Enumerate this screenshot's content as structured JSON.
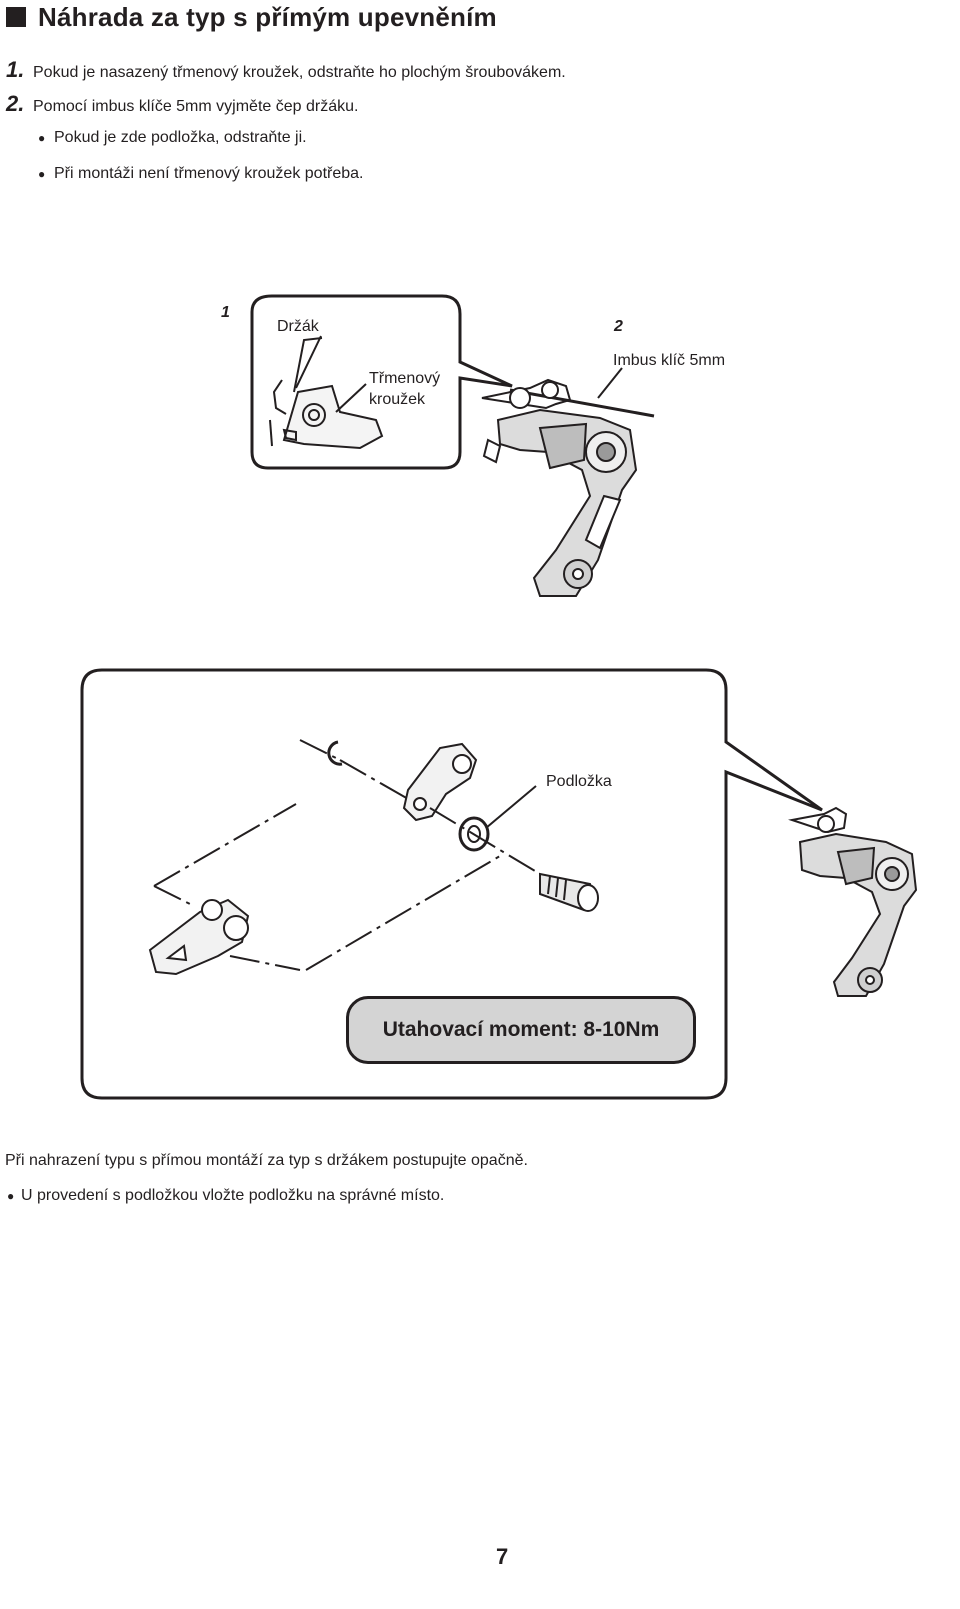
{
  "header": {
    "title": "Náhrada za typ s přímým upevněním"
  },
  "steps": [
    {
      "number": "1.",
      "text": "Pokud je nasazený třmenový kroužek, odstraňte ho plochým šroubovákem."
    },
    {
      "number": "2.",
      "text": "Pomocí imbus klíče 5mm vyjměte čep držáku."
    }
  ],
  "notes": [
    "Pokud je zde podložka, odstraňte ji.",
    "Při montáži není třmenový kroužek potřeba."
  ],
  "figure1": {
    "step_label_1": "1",
    "step_label_2": "2",
    "label_holder": "Držák",
    "label_ring_line1": "Třmenový",
    "label_ring_line2": "kroužek",
    "label_key": "Imbus klíč 5mm"
  },
  "figure2": {
    "label_washer": "Podložka",
    "torque": "Utahovací moment: 8-10Nm"
  },
  "footer": {
    "text": "Při nahrazení typu s přímou montáží za typ s držákem postupujte opačně.",
    "bullet": "U provedení s podložkou vložte podložku na správné místo.",
    "page_number": "7"
  }
}
